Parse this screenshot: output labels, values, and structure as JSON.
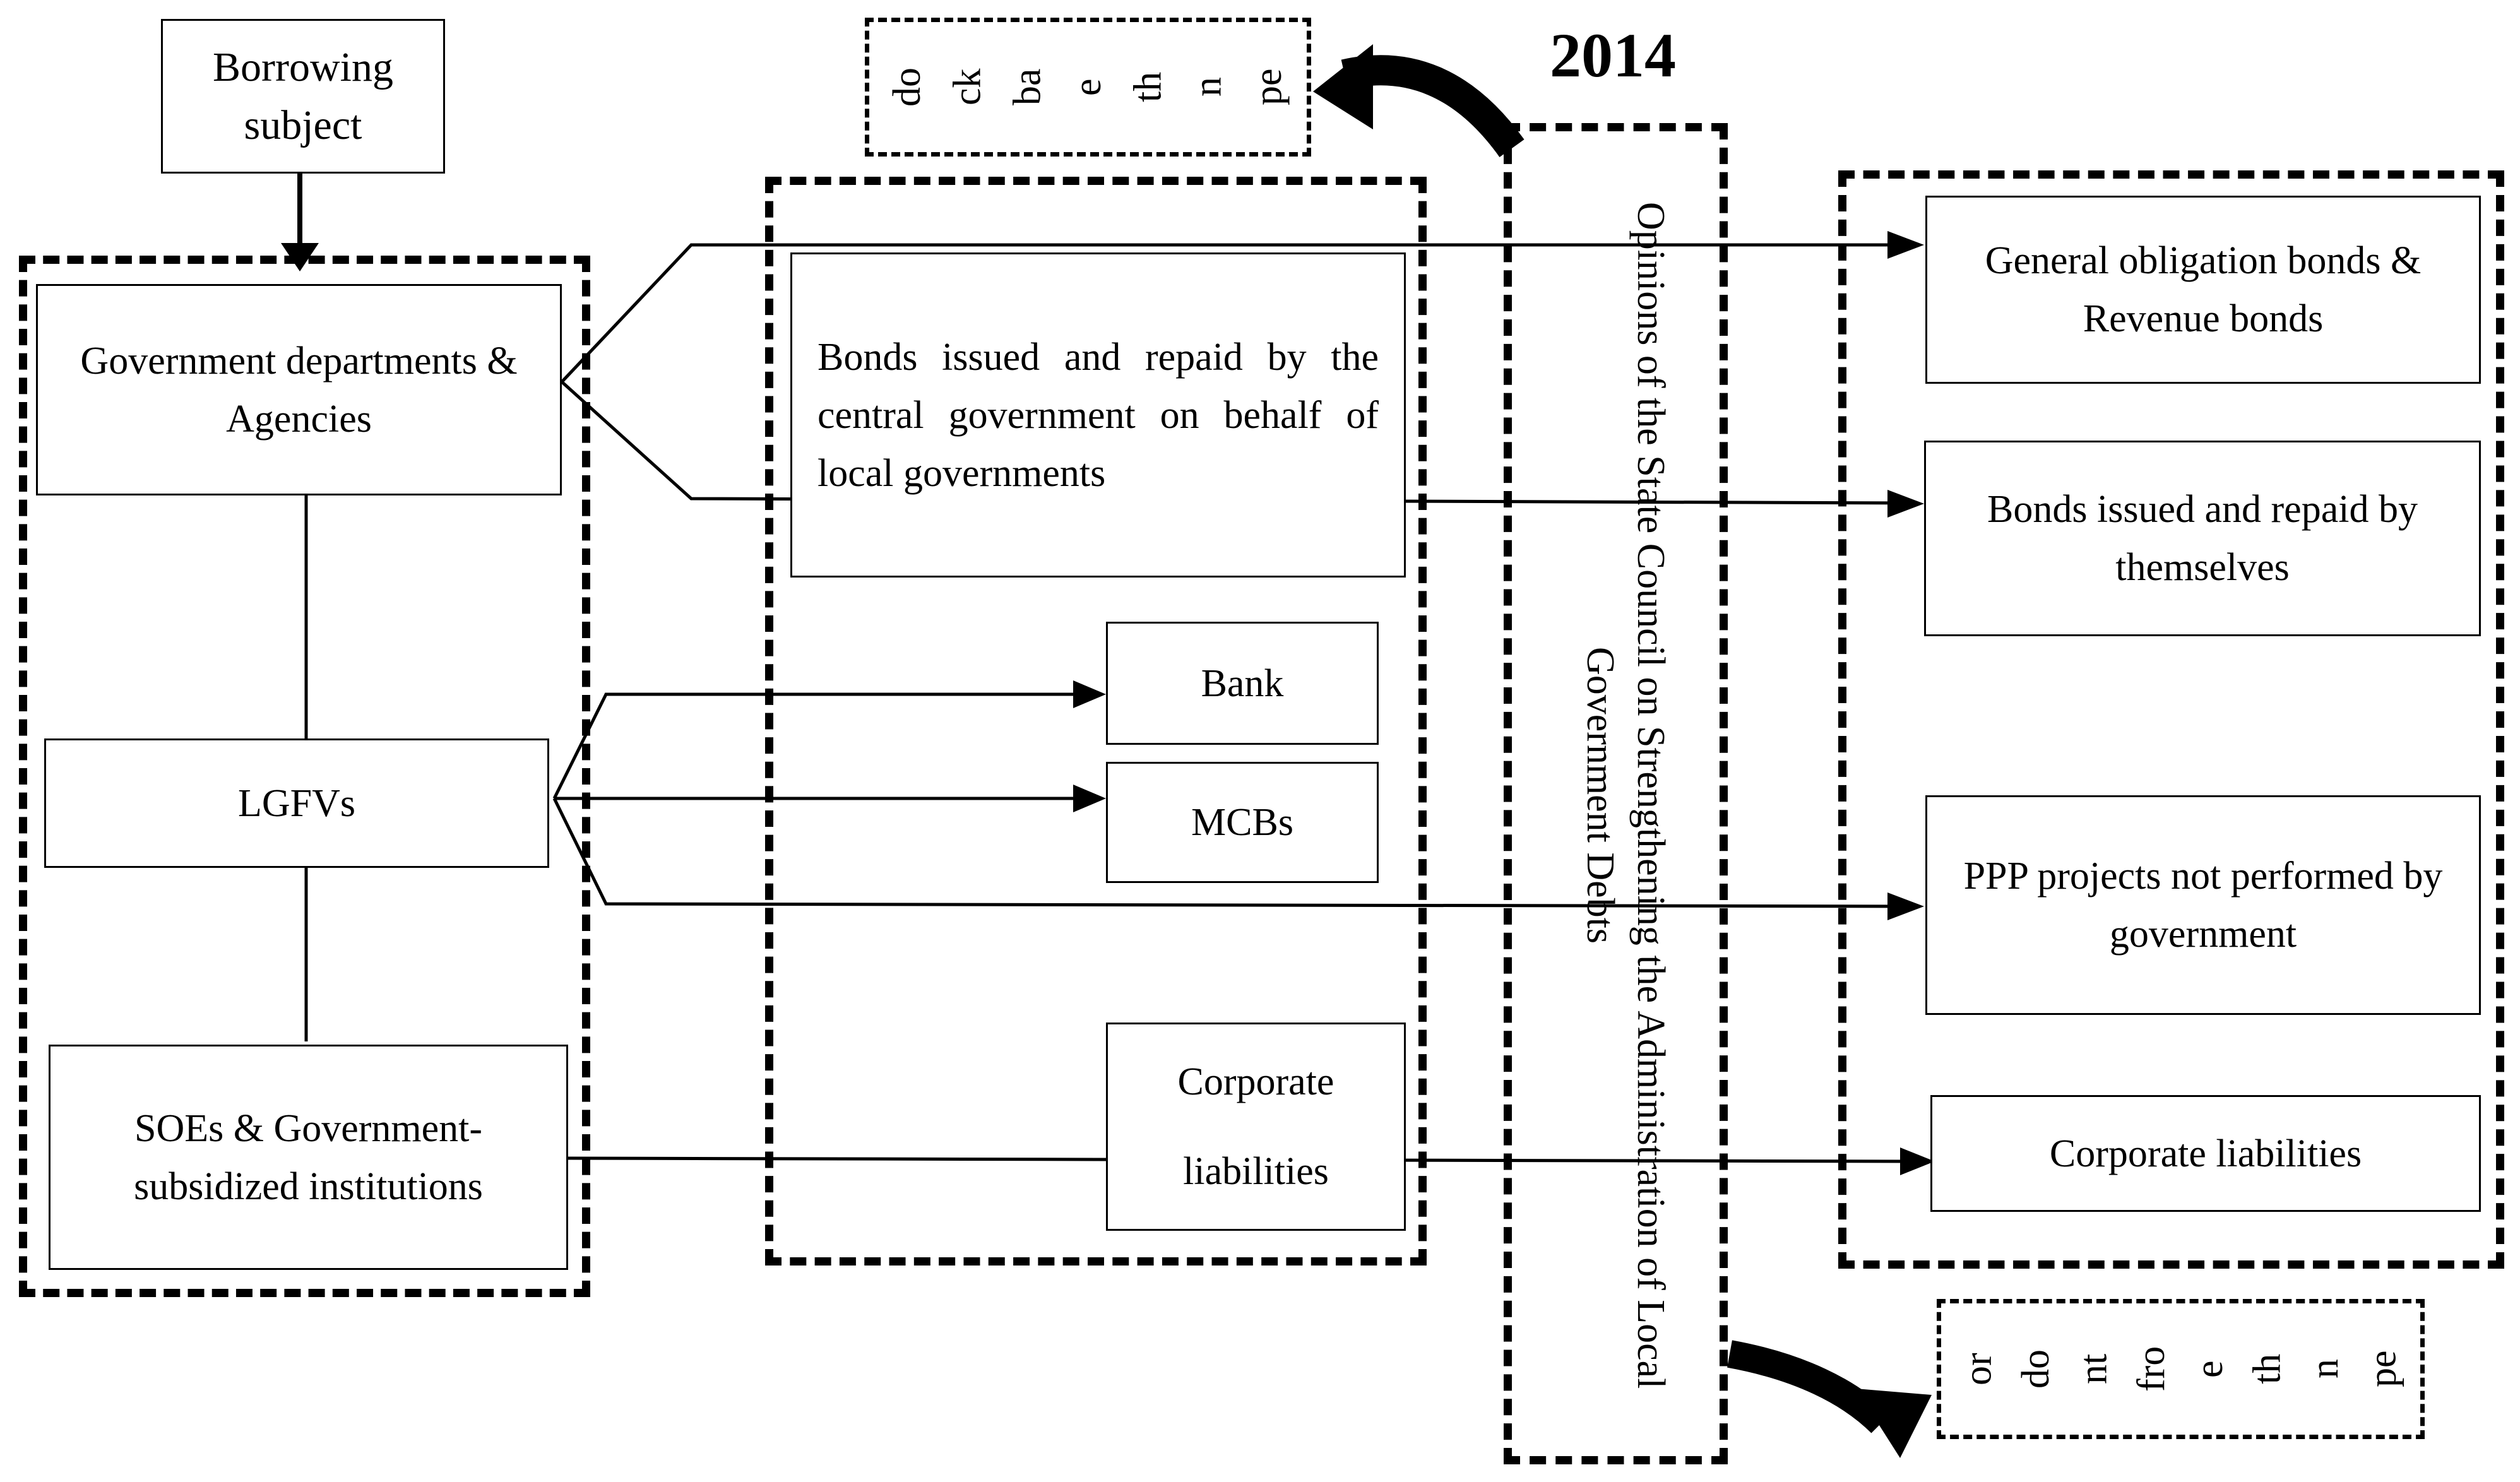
{
  "diagram": {
    "year": "2014",
    "borrowing_subject": "Borrowing subject",
    "left_group": {
      "gov": "Government departments & Agencies",
      "lgfvs": "LGFVs",
      "soes": "SOEs & Government-subsidized institutions"
    },
    "middle_group": {
      "bonds_central": "Bonds issued and repaid by the central government on behalf of local governments",
      "bank": "Bank",
      "mcbs": "MCBs",
      "corporate_top": "Corporate",
      "corporate_bottom": "liabilities"
    },
    "policy": "Opinions of the State Council on Strengthening the Administration of Local Government Debts",
    "right_group": {
      "general": "General obligation bonds & Revenue bonds",
      "bonds_self": "Bonds issued and repaid by themselves",
      "ppp": "PPP projects not performed by government",
      "corporate": "Corporate liabilities"
    },
    "period_back": {
      "columns": [
        "pe",
        "n",
        "th",
        "e",
        "ba",
        "ck",
        "do"
      ]
    },
    "period_front": {
      "columns": [
        "pe",
        "n",
        "th",
        "e",
        "fro",
        "nt",
        "do",
        "or"
      ]
    }
  }
}
